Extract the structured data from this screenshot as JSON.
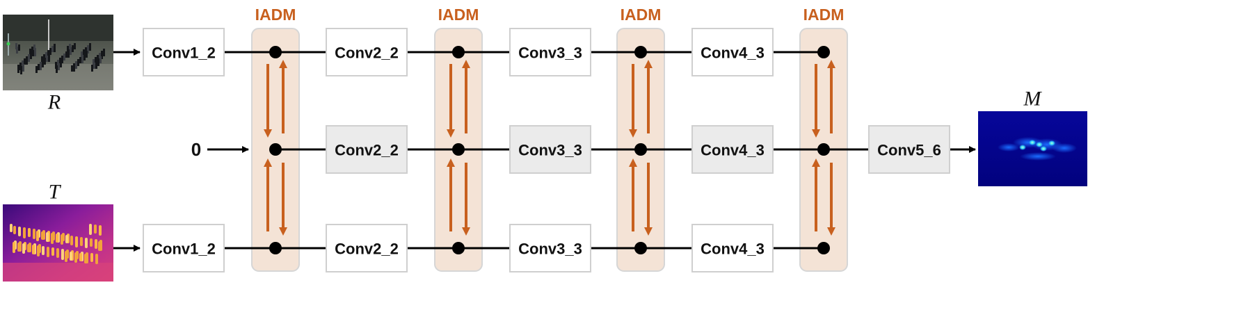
{
  "colors": {
    "accent": "#c8601e",
    "iadm_fill": "#f4e3d6",
    "iadm_stroke": "#d6d6d6",
    "box_stroke": "#cfcfcf",
    "shared_box_fill": "#ebebeb",
    "line": "#000000"
  },
  "inputs": {
    "rgb_label": "R",
    "thermal_label": "T",
    "zero_label": "0"
  },
  "iadm_title": "IADM",
  "rows": {
    "rgb": [
      "Conv1_2",
      "Conv2_2",
      "Conv3_3",
      "Conv4_3"
    ],
    "shared": [
      "Conv2_2",
      "Conv3_3",
      "Conv4_3"
    ],
    "thermal": [
      "Conv1_2",
      "Conv2_2",
      "Conv3_3",
      "Conv4_3"
    ]
  },
  "head_box": "Conv5_6",
  "output_label": "M"
}
